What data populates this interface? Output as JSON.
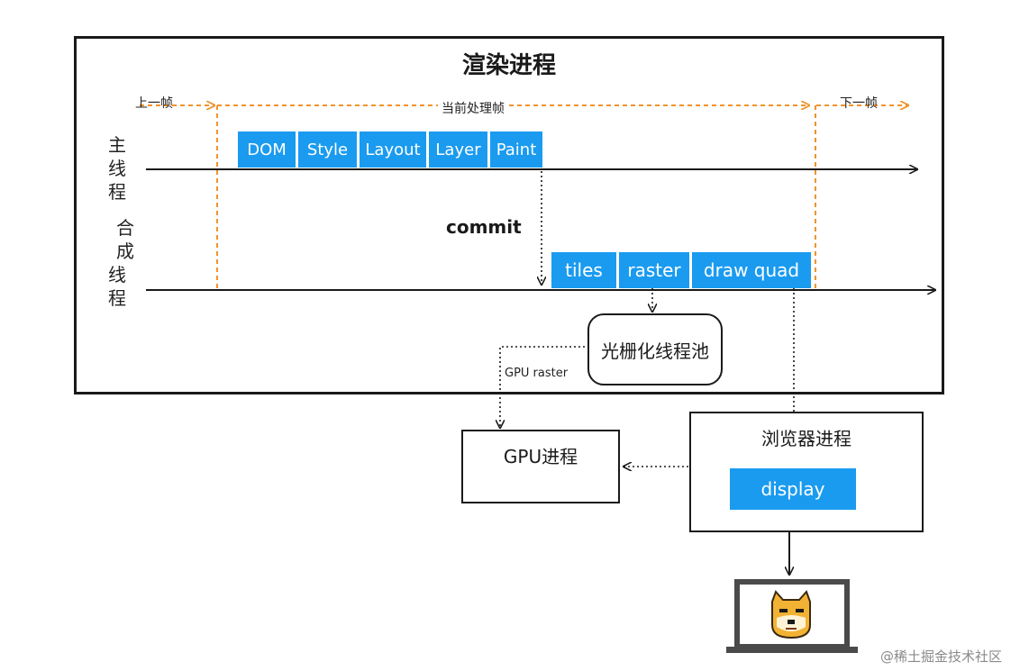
{
  "renderer": {
    "title": "渲染进程",
    "prev_frame": "上一帧",
    "current_frame": "当前处理帧",
    "next_frame": "下一帧",
    "main_thread": [
      "主",
      "线",
      "程"
    ],
    "compositor_thread": [
      "合",
      "成",
      "线",
      "程"
    ],
    "main_tasks": [
      "DOM",
      "Style",
      "Layout",
      "Layer",
      "Paint"
    ],
    "commit": "commit",
    "compositor_tasks": [
      "tiles",
      "raster",
      "draw quad"
    ],
    "raster_pool": "光栅化线程池",
    "gpu_raster": "GPU raster"
  },
  "gpu_process": {
    "title": "GPU进程"
  },
  "browser_process": {
    "title": "浏览器进程",
    "display": "display"
  },
  "watermark": "@稀土掘金技术社区",
  "colors": {
    "task_blue": "#1a9bf0",
    "frame_orange": "#f0932b",
    "line": "#1a1a1a"
  },
  "icons": {
    "monitor": "monitor-icon",
    "doge": "doge-icon"
  }
}
